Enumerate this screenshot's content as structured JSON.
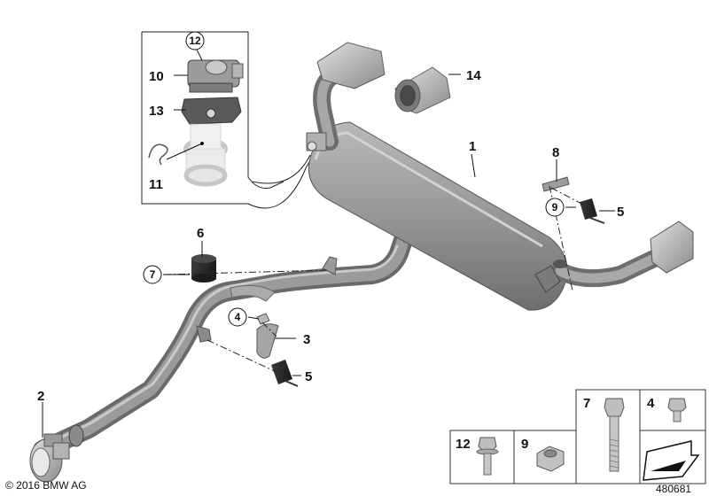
{
  "copyright": "© 2016 BMW AG",
  "diagram_id": "480681",
  "callouts": {
    "c1": "1",
    "c2": "2",
    "c3": "3",
    "c4": "4",
    "c5a": "5",
    "c5b": "5",
    "c6": "6",
    "c7": "7",
    "c8": "8",
    "c9": "9",
    "c10": "10",
    "c11": "11",
    "c12": "12",
    "c13": "13",
    "c14": "14"
  },
  "hardware_table": {
    "cell7": "7",
    "cell4": "4",
    "cell12": "12",
    "cell9": "9"
  },
  "colors": {
    "pipe": "#8e8e8e",
    "pipe_light": "#c4c4c4",
    "pipe_dark": "#5e5e5e",
    "line": "#111111",
    "box_border": "#333333"
  }
}
